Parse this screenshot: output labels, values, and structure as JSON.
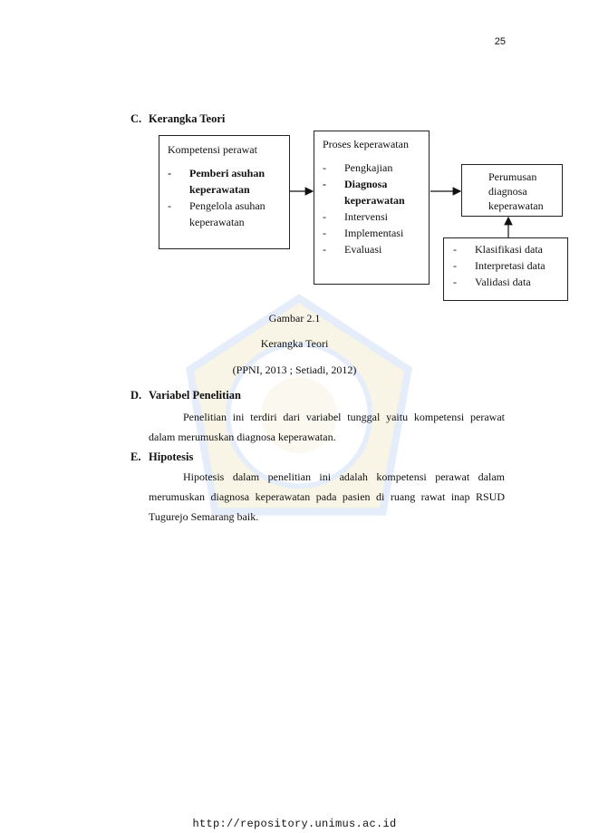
{
  "page_number": "25",
  "sections": {
    "c": {
      "number": "C.",
      "title": "Kerangka Teori"
    },
    "d": {
      "number": "D.",
      "title": "Variabel Penelitian",
      "text": "Penelitian ini terdiri dari variabel tunggal yaitu kompetensi perawat dalam merumuskan diagnosa keperawatan."
    },
    "e": {
      "number": "E.",
      "title": "Hipotesis",
      "text": "Hipotesis dalam penelitian ini adalah kompetensi perawat dalam merumuskan diagnosa keperawatan pada pasien di ruang rawat inap RSUD Tugurejo Semarang baik."
    }
  },
  "diagram": {
    "kompetensi": {
      "title": "Kompetensi perawat",
      "items": [
        "Pemberi asuhan keperawatan",
        "Pengelola asuhan keperawatan"
      ]
    },
    "proses": {
      "title": "Proses keperawatan",
      "items": [
        "Pengkajian",
        "Diagnosa keperawatan",
        "Intervensi",
        "Implementasi",
        "Evaluasi"
      ]
    },
    "perumusan": {
      "text": "Perumusan diagnosa keperawatan"
    },
    "klasifikasi": {
      "items": [
        "Klasifikasi data",
        "Interpretasi data",
        "Validasi data"
      ]
    }
  },
  "caption": {
    "figure": "Gambar 2.1",
    "title": "Kerangka Teori",
    "source": "(PPNI, 2013 ; Setiadi, 2012)"
  },
  "footer": {
    "url": "http://repository.unimus.ac.id"
  }
}
